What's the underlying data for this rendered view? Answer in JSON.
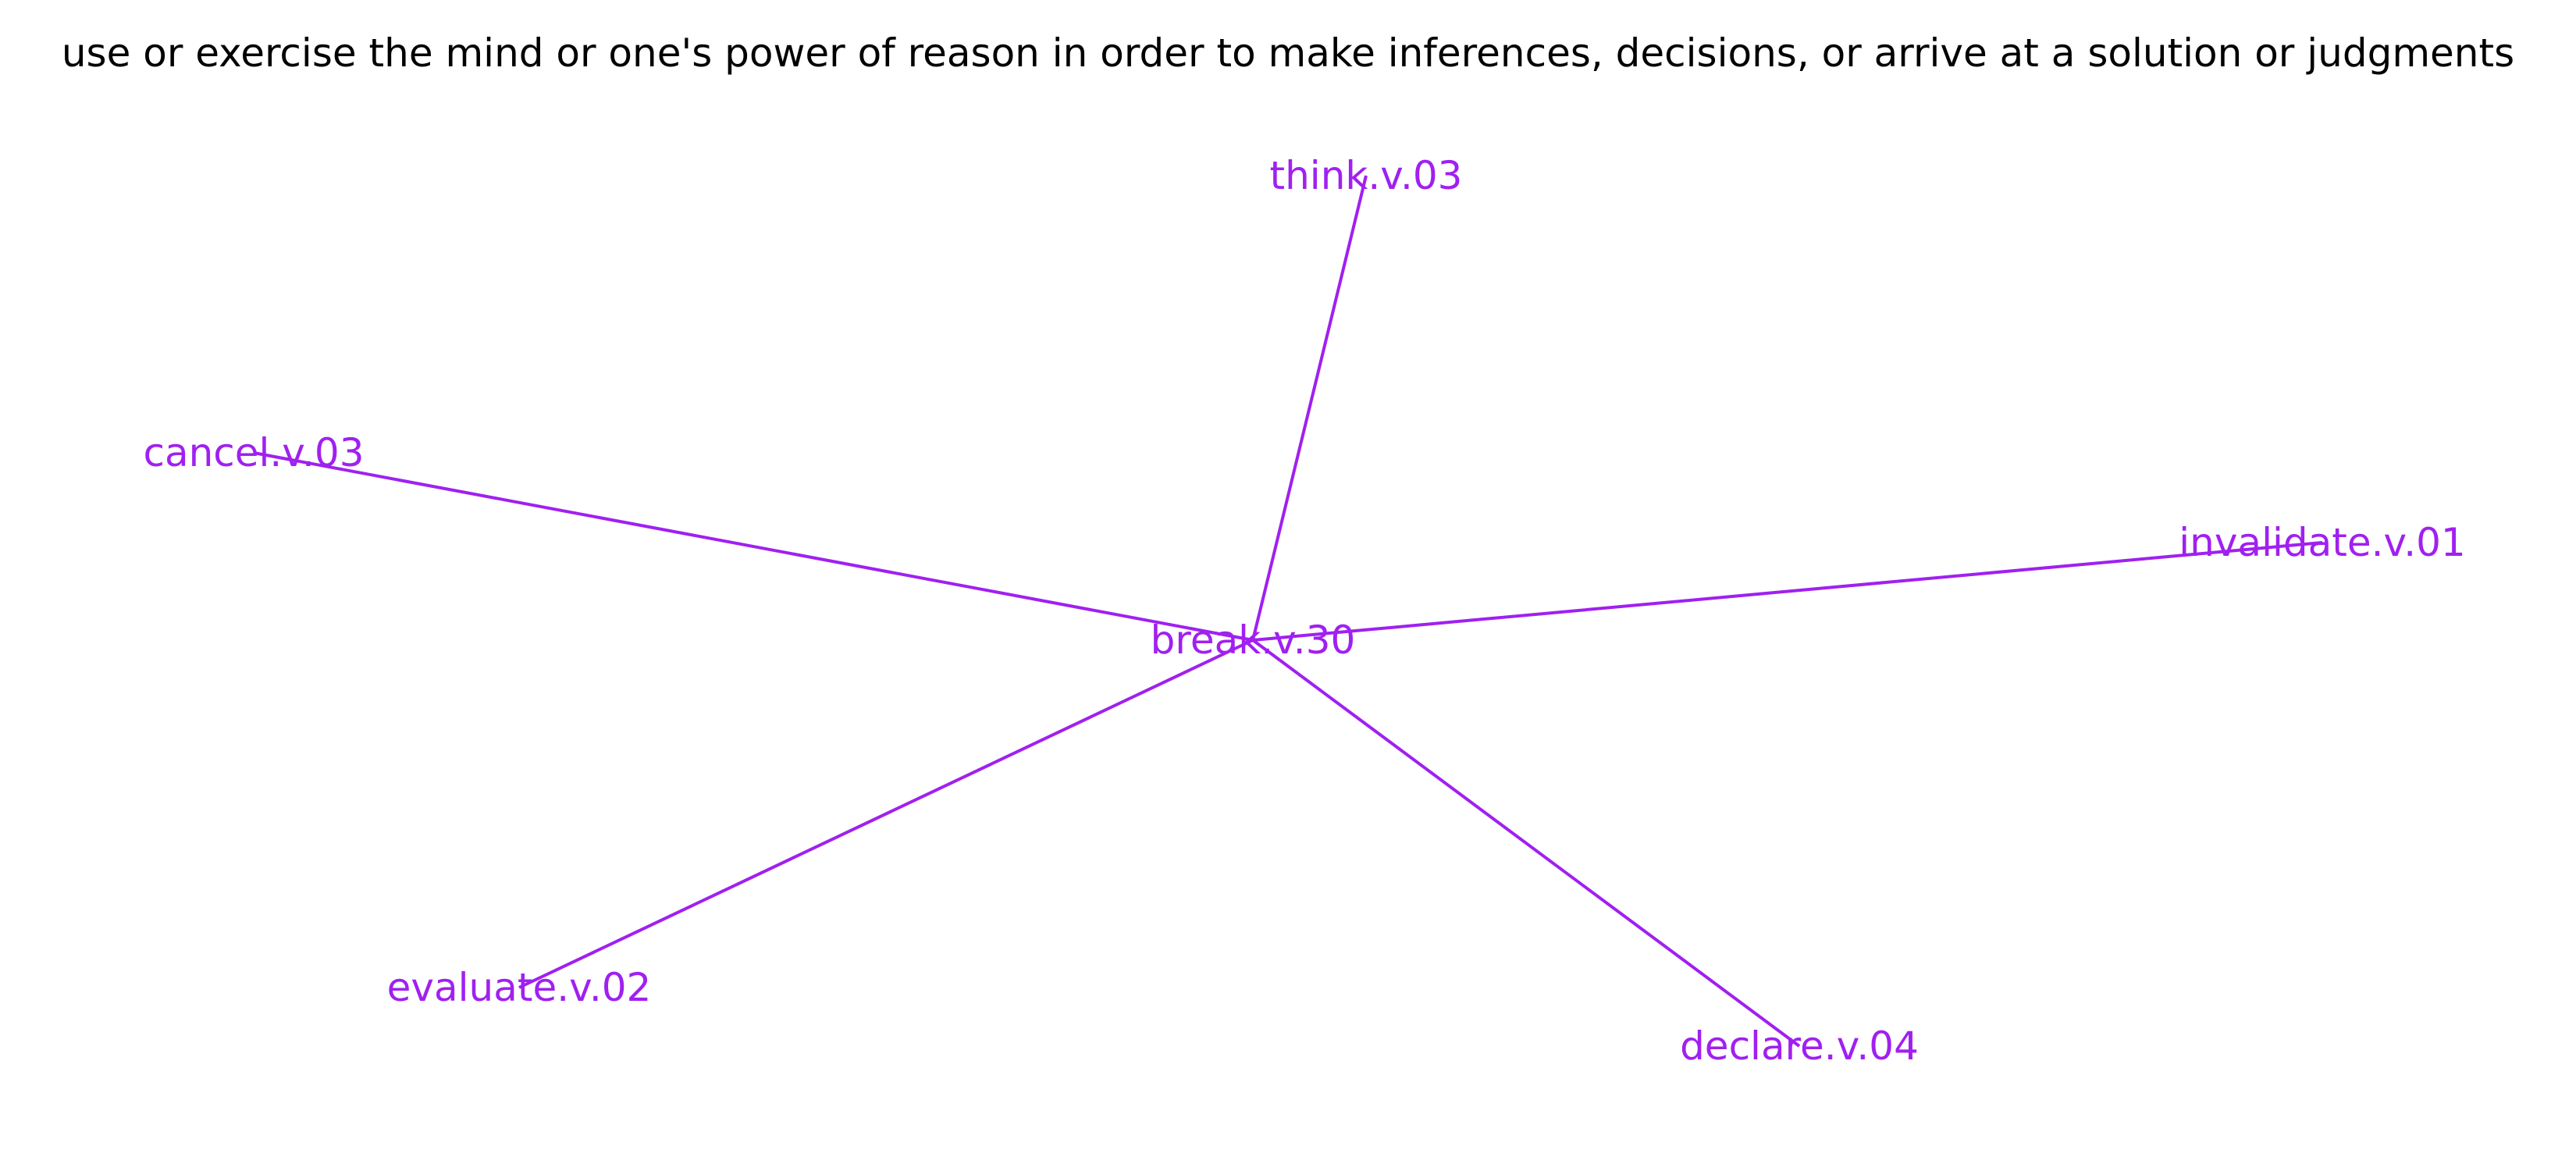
{
  "title": "use or exercise the mind or one's power of reason in order to make inferences, decisions, or arrive at a solution or judgments",
  "colors": {
    "node": "#a020f0",
    "edge": "#a020f0",
    "title": "#000000"
  },
  "graph": {
    "center": "break.v.30",
    "nodes": [
      {
        "id": "break.v.30",
        "label": "break.v.30"
      },
      {
        "id": "think.v.03",
        "label": "think.v.03"
      },
      {
        "id": "cancel.v.03",
        "label": "cancel.v.03"
      },
      {
        "id": "invalidate.v.01",
        "label": "invalidate.v.01"
      },
      {
        "id": "evaluate.v.02",
        "label": "evaluate.v.02"
      },
      {
        "id": "declare.v.04",
        "label": "declare.v.04"
      }
    ],
    "edges": [
      {
        "source": "break.v.30",
        "target": "think.v.03"
      },
      {
        "source": "break.v.30",
        "target": "cancel.v.03"
      },
      {
        "source": "break.v.30",
        "target": "invalidate.v.01"
      },
      {
        "source": "break.v.30",
        "target": "evaluate.v.02"
      },
      {
        "source": "break.v.30",
        "target": "declare.v.04"
      }
    ]
  }
}
